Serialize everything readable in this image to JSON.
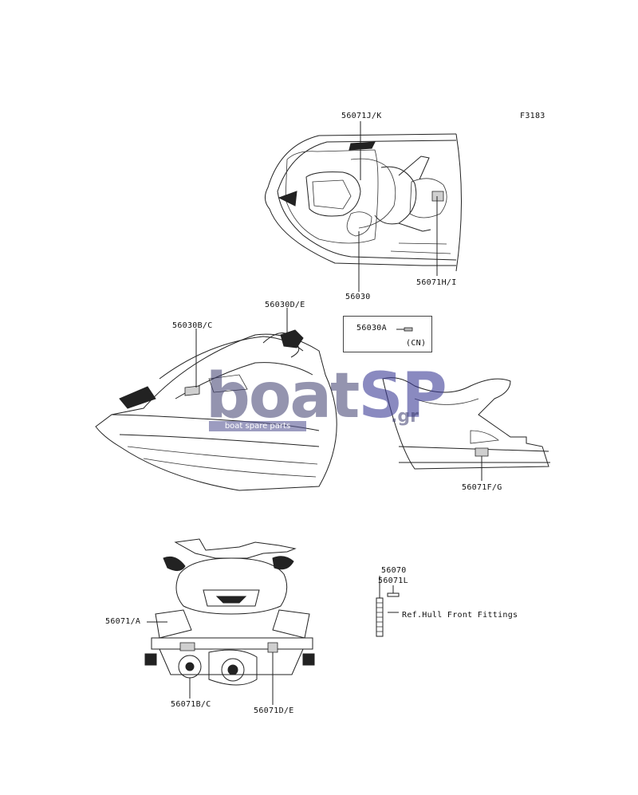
{
  "figure_code": "F3183",
  "labels": {
    "top_upper": "56071J/K",
    "top_lower_left": "56030",
    "top_lower_right": "56071H/I",
    "side_left": "56030B/C",
    "side_right": "56030D/E",
    "box_part": "56030A",
    "box_region": "(CN)",
    "stern_side": "56071F/G",
    "rear_left": "56071/A",
    "rear_bottom_left": "56071B/C",
    "rear_bottom_right": "56071D/E",
    "kit_a": "56070",
    "kit_b": "56071L",
    "ref_note": "Ref.Hull Front Fittings"
  },
  "watermark": {
    "text_a": "boat",
    "text_b": "SP",
    "domain": ".gr",
    "tagline": "boat spare parts",
    "color": "#3c3c6e"
  }
}
